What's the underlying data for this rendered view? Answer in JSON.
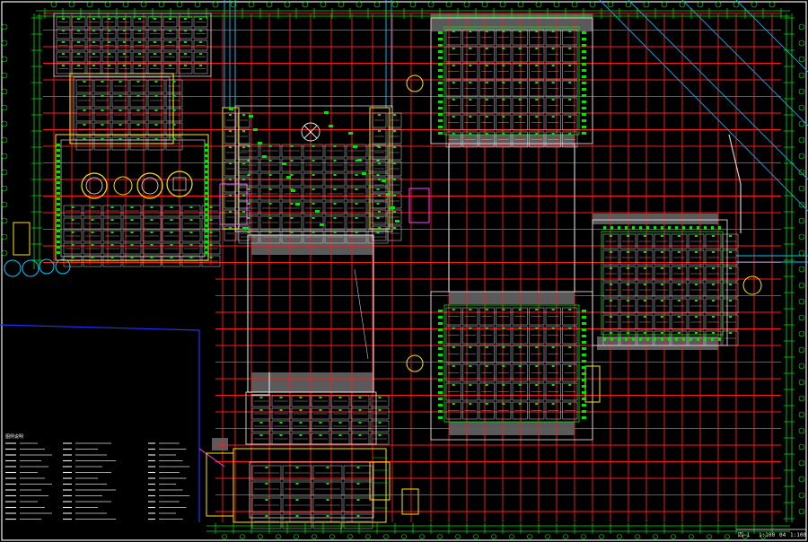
{
  "drawing": {
    "title_block": {
      "label_a": "四-1",
      "label_b": "1:100",
      "label_c": "04",
      "label_d": "1:100"
    },
    "left_notes_header": "图例说明",
    "colors": {
      "background": "#000000",
      "grid_red": "#ff1a1a",
      "green": "#00e600",
      "white": "#f0f0f0",
      "cyan": "#00c8ff",
      "blue": "#2030ff",
      "yellow": "#ffe600",
      "magenta": "#ff40ff",
      "gray_fill": "#5a5a5a"
    }
  }
}
